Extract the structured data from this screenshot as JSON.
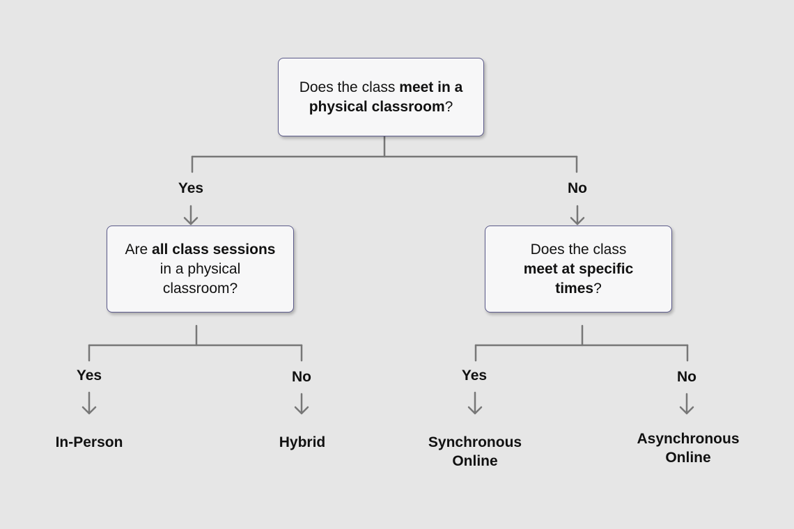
{
  "root": {
    "pre": "Does the class ",
    "bold": "meet in a physical classroom",
    "post": "?"
  },
  "left_question": {
    "pre": "Are ",
    "bold": "all class sessions",
    "post": " in a physical classroom?"
  },
  "right_question": {
    "pre": "Does the class ",
    "bold": "meet at specific times",
    "post": "?"
  },
  "branches": {
    "root_yes": "Yes",
    "root_no": "No",
    "left_yes": "Yes",
    "left_no": "No",
    "right_yes": "Yes",
    "right_no": "No"
  },
  "outcomes": {
    "in_person": "In-Person",
    "hybrid": "Hybrid",
    "synchronous_online": [
      "Synchronous",
      "Online"
    ],
    "asynchronous_online": [
      "Asynchronous",
      "Online"
    ]
  },
  "colors": {
    "background": "#e6e6e6",
    "box_fill": "#f7f7f8",
    "box_border": "#5b5a8a",
    "connector": "#777777"
  }
}
